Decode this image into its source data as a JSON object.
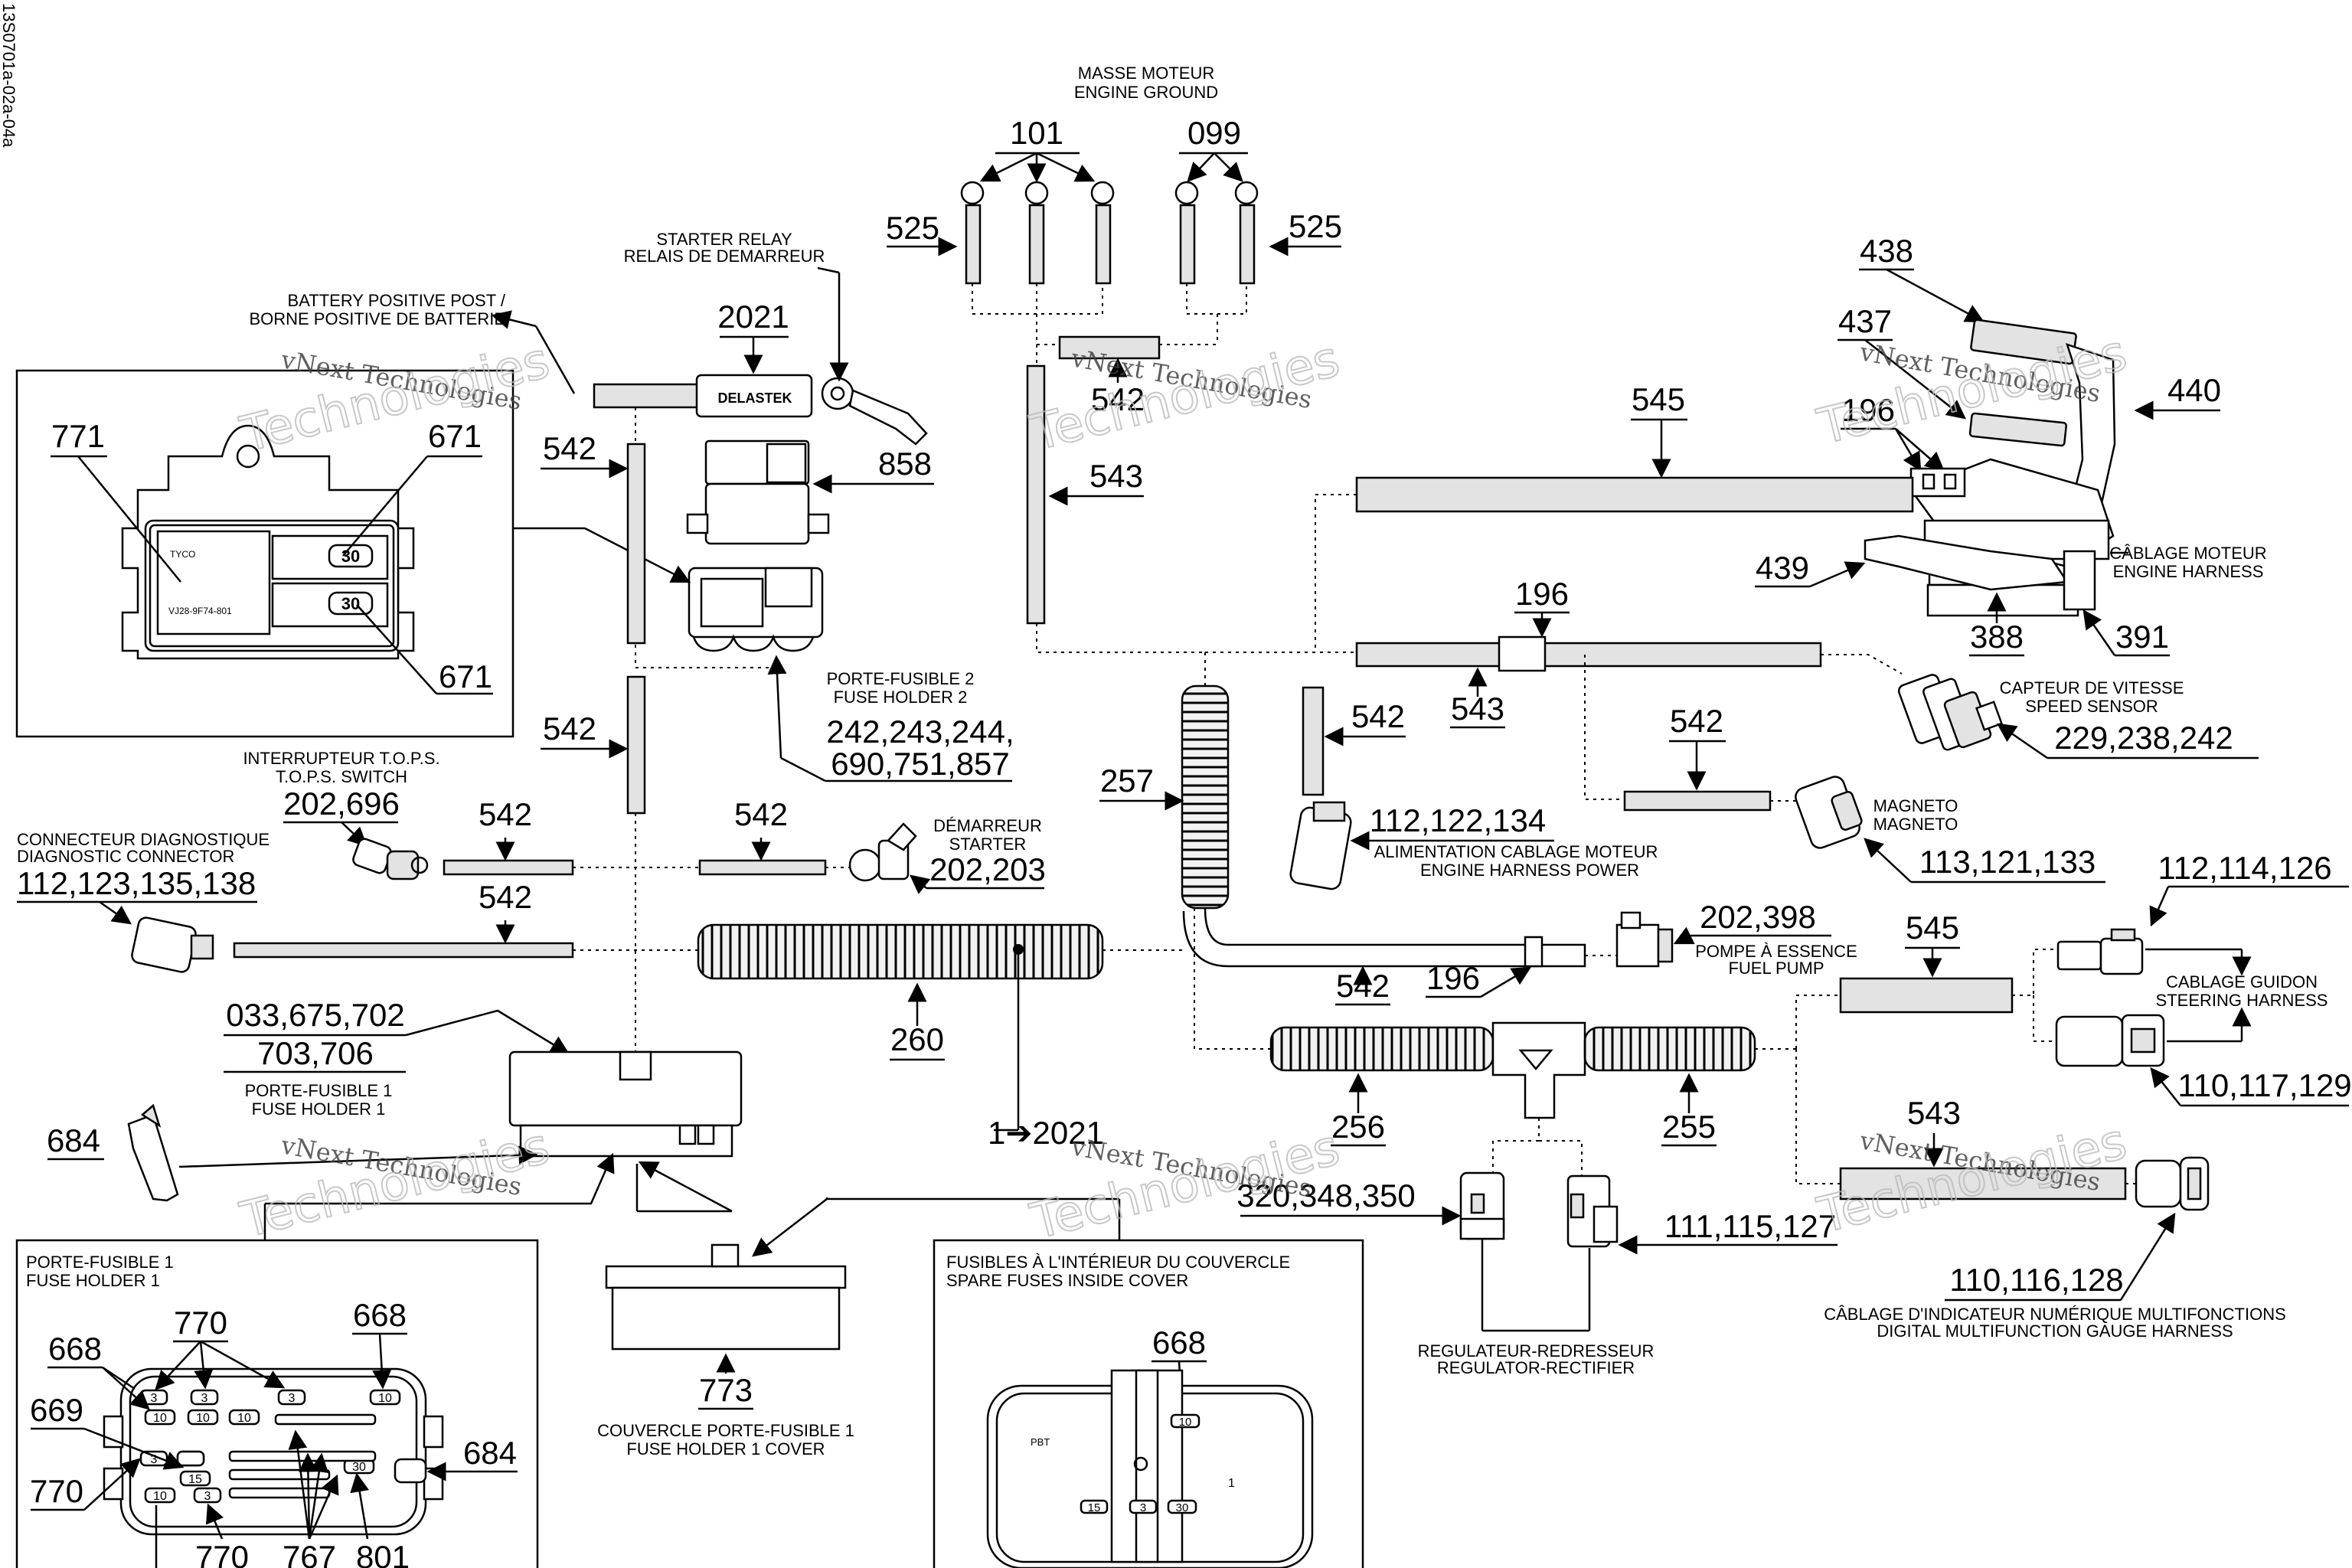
{
  "doc_code": "13S0701a-02a-04a",
  "watermark": {
    "line1": "vNext Technologies",
    "line2": "Technologies"
  },
  "labels": {
    "engine_ground_fr": "MASSE MOTEUR",
    "engine_ground_en": "ENGINE GROUND",
    "starter_relay_en": "STARTER RELAY",
    "starter_relay_fr": "RELAIS DE DEMARREUR",
    "battery_post_en": "BATTERY POSITIVE POST /",
    "battery_post_fr": "BORNE POSITIVE DE BATTERIE",
    "relay_brand": "DELASTEK",
    "fuse_holder2_fr": "PORTE-FUSIBLE 2",
    "fuse_holder2_en": "FUSE HOLDER 2",
    "tops_fr": "INTERRUPTEUR T.O.P.S.",
    "tops_en": "T.O.P.S. SWITCH",
    "diag_fr": "CONNECTEUR DIAGNOSTIQUE",
    "diag_en": "DIAGNOSTIC CONNECTOR",
    "starter_fr": "DÉMARREUR",
    "starter_en": "STARTER",
    "fuse_holder1_fr": "PORTE-FUSIBLE 1",
    "fuse_holder1_en": "FUSE HOLDER 1",
    "engine_harness_fr": "CÂBLAGE MOTEUR",
    "engine_harness_en": "ENGINE HARNESS",
    "speed_sensor_fr": "CAPTEUR DE VITESSE",
    "speed_sensor_en": "SPEED SENSOR",
    "magneto_fr": "MAGNETO",
    "magneto_en": "MAGNETO",
    "harness_power_fr": "ALIMENTATION CABLAGE MOTEUR",
    "harness_power_en": "ENGINE HARNESS POWER",
    "fuel_pump_fr": "POMPE À ESSENCE",
    "fuel_pump_en": "FUEL PUMP",
    "steering_fr": "CABLAGE GUIDON",
    "steering_en": "STEERING HARNESS",
    "gauge_fr": "CÂBLAGE D'INDICATEUR NUMÉRIQUE MULTIFONCTIONS",
    "gauge_en": "DIGITAL MULTIFUNCTION GAUGE HARNESS",
    "regulator_fr": "REGULATEUR-REDRESSEUR",
    "regulator_en": "REGULATOR-RECTIFIER",
    "fh1_cover_fr": "COUVERCLE PORTE-FUSIBLE 1",
    "fh1_cover_en": "FUSE HOLDER 1 COVER",
    "spare_fuses_fr": "FUSIBLES À L'INTÉRIEUR DU COUVERCLE",
    "spare_fuses_en": "SPARE FUSES INSIDE COVER",
    "relay_tyco": "TYCO",
    "relay_part": "VJ28-9F74-801",
    "fuse_pbt": "PBT"
  },
  "parts": {
    "p101": "101",
    "p099": "099",
    "p525a": "525",
    "p525b": "525",
    "p2021": "2021",
    "p858": "858",
    "p542": "542",
    "p543": "543",
    "p545": "545",
    "p438": "438",
    "p437": "437",
    "p440": "440",
    "p196": "196",
    "p439": "439",
    "p388": "388",
    "p391": "391",
    "p771": "771",
    "p671": "671",
    "p257": "257",
    "p260": "260",
    "p256": "256",
    "p255": "255",
    "p684": "684",
    "p773": "773",
    "p668": "668",
    "p669": "669",
    "p770": "770",
    "p767": "767",
    "p801": "801",
    "fh2_parts_1": "242,243,244,",
    "fh2_parts_2": "690,751,857",
    "tops_parts": "202,696",
    "diag_parts": "112,123,135,138",
    "starter_parts": "202,203",
    "fh1_parts_1": "033,675,702",
    "fh1_parts_2": "703,706",
    "speed_parts": "229,238,242",
    "magneto_parts": "113,121,133",
    "power_parts": "112,122,134",
    "fuel_parts": "202,398",
    "steering_parts_top": "112,114,126",
    "steering_parts_bot": "110,117,129",
    "gauge_parts": "110,116,128",
    "reg_parts_left": "320,348,350",
    "reg_parts_right": "111,115,127",
    "one_to": "1➔2021",
    "fuse_10": "10",
    "fuse_3": "3",
    "fuse_15": "15",
    "fuse_30": "30",
    "fuse_1": "1",
    "fuse_10a": "10",
    "fuse_3a": "3",
    "fuse_15a": "15",
    "fuse_30a": "30"
  }
}
